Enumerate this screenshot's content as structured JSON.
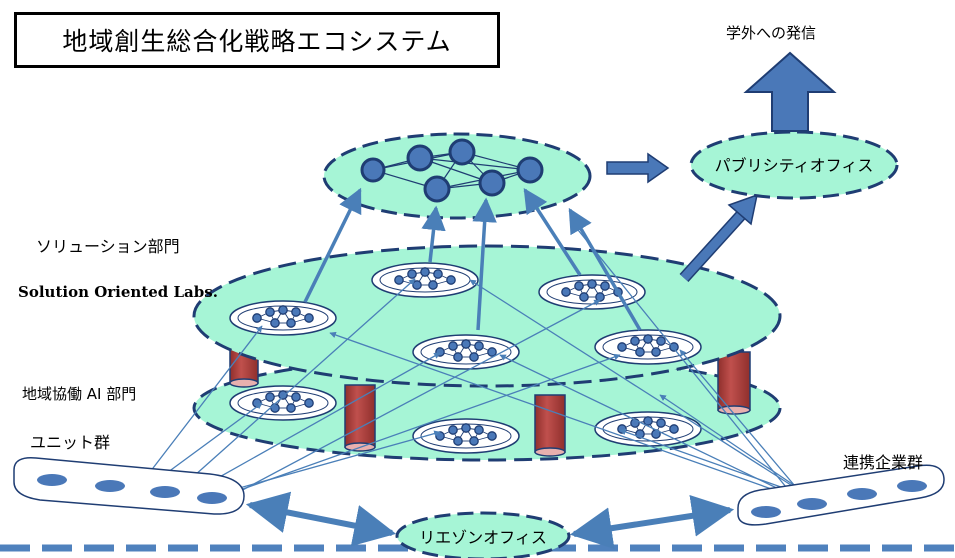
{
  "title": "地域創生総合化戦略エコシステム",
  "labels": {
    "solution_dept": "ソリューション部門",
    "solution_labs": "Solution Oriented Labs.",
    "ai_dept": "地域協働 AI 部門",
    "unit_group": "ユニット群",
    "outbound": "学外への発信",
    "partners": "連携企業群"
  },
  "offices": {
    "publicity": "パブリシティオフィス",
    "liaison": "リエゾンオフィス"
  },
  "colors": {
    "disk_fill": "#a6f5d6",
    "node_fill": "#4a78b8",
    "arrow": "#4a7fb8",
    "pillar": "#c0504d",
    "dashed_border": "#1f3d73",
    "bottom_line": "#4f81bd"
  }
}
